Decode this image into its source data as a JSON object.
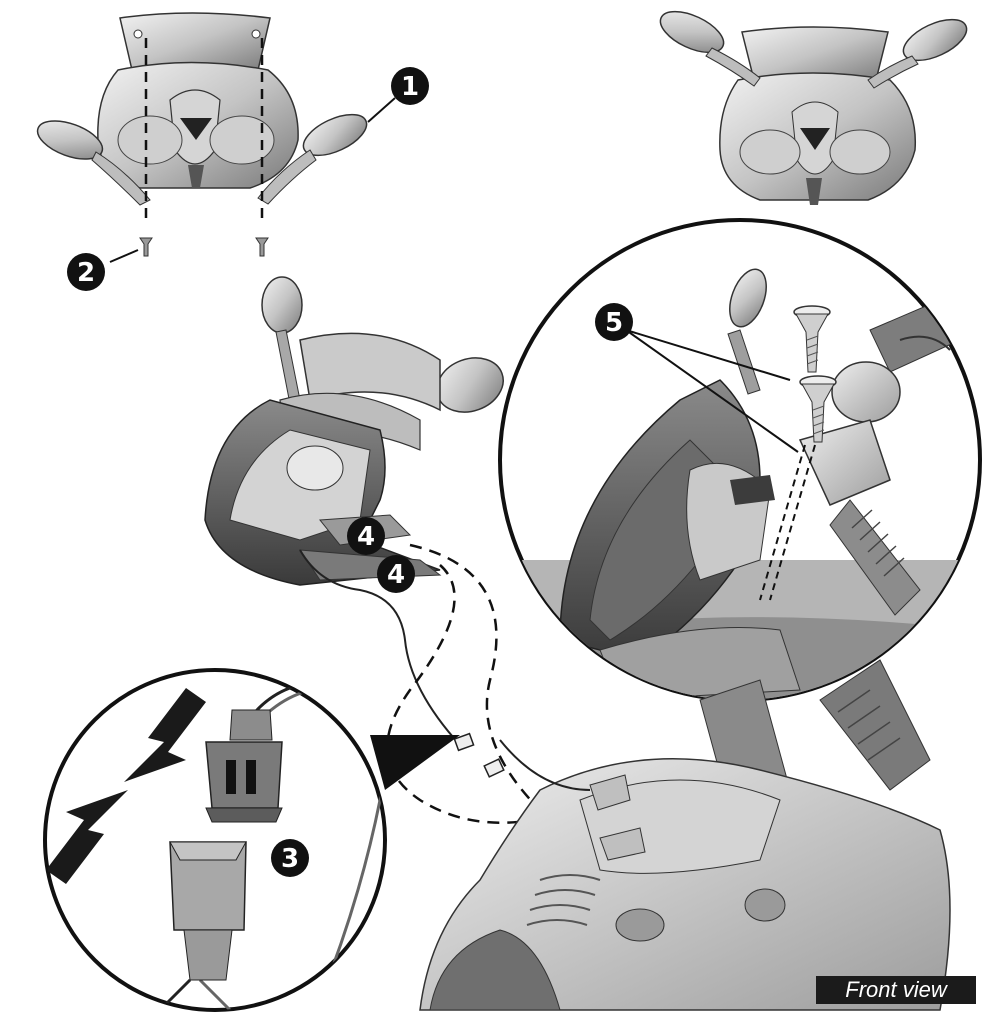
{
  "view_label": "Front view",
  "callouts": [
    {
      "id": "1",
      "label": "1"
    },
    {
      "id": "2",
      "label": "2"
    },
    {
      "id": "3",
      "label": "3"
    },
    {
      "id": "4a",
      "label": "4"
    },
    {
      "id": "4b",
      "label": "4"
    },
    {
      "id": "5",
      "label": "5"
    }
  ],
  "colors": {
    "part_light": "#d9d9d9",
    "part_mid": "#a9a9a9",
    "part_dark": "#555555",
    "ink": "#111111"
  }
}
